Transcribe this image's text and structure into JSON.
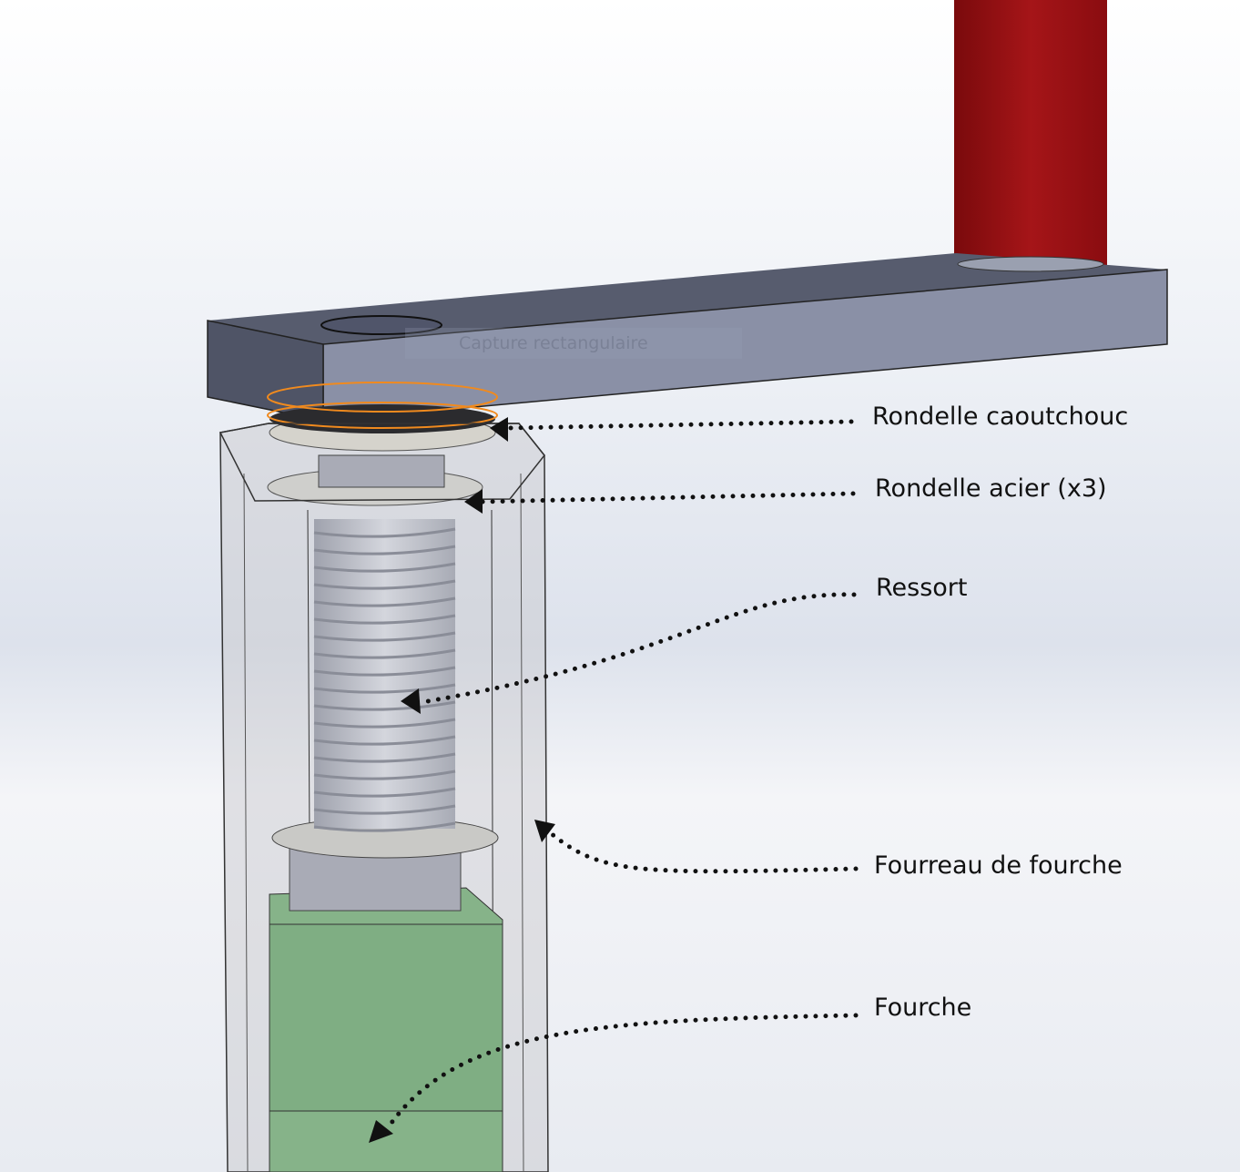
{
  "labels": {
    "rubber_washer": "Rondelle caoutchouc",
    "steel_washer": "Rondelle acier (x3)",
    "spring": "Ressort",
    "fork_sleeve": "Fourreau de fourche",
    "fork": "Fourche"
  },
  "overlay_text": "Capture rectangulaire",
  "colors": {
    "red_post": "#a01014",
    "arm": "#6f7690",
    "fork": "#86b389",
    "selection": "#f08a1e"
  }
}
